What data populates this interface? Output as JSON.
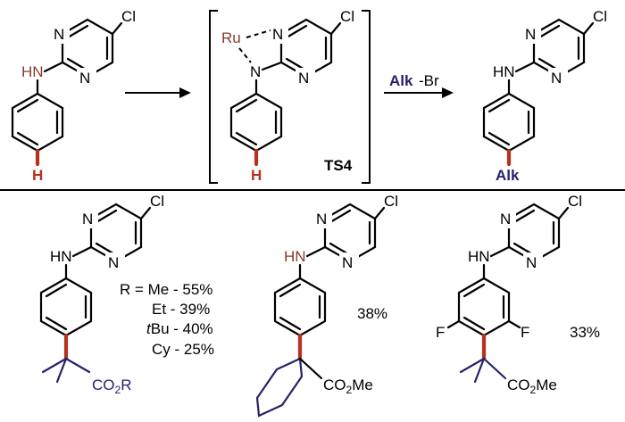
{
  "colors": {
    "black": "#000000",
    "nh_brown": "#8a3a2c",
    "highlight_red": "#b5321f",
    "alkyl_navy": "#26226b"
  },
  "labels": {
    "n": "N",
    "cl": "Cl",
    "hn": "HN",
    "h": "H",
    "ru": "Ru",
    "f": "F",
    "ts": "TS4",
    "alk": "Alk",
    "reagent_alk": "Alk",
    "reagent_br": "-Br",
    "ester_r": "CO",
    "ester_r_sub": "2",
    "ester_r_end": "R",
    "ester_me": "CO",
    "ester_me_sub": "2",
    "ester_me_end": "Me"
  },
  "r_list": {
    "r_eq": "R = Me - 55%",
    "et": "Et - 39%",
    "tbu_italic": "t",
    "tbu_rest": "Bu - 40%",
    "cy": "Cy - 25%"
  },
  "yields": {
    "cyclohexyl": "38%",
    "difluoro": "33%"
  }
}
